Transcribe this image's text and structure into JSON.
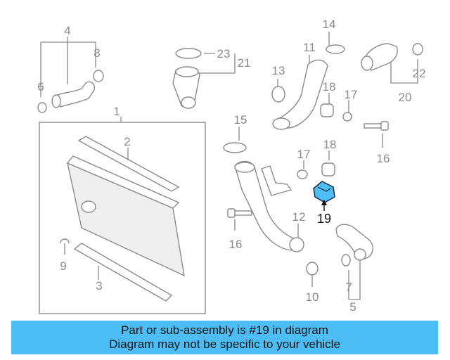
{
  "diagram": {
    "callouts": [
      {
        "id": "4",
        "label": "4"
      },
      {
        "id": "8",
        "label": "8"
      },
      {
        "id": "6",
        "label": "6"
      },
      {
        "id": "23",
        "label": "23"
      },
      {
        "id": "21",
        "label": "21"
      },
      {
        "id": "14",
        "label": "14"
      },
      {
        "id": "11",
        "label": "11"
      },
      {
        "id": "13",
        "label": "13"
      },
      {
        "id": "18a",
        "label": "18"
      },
      {
        "id": "17a",
        "label": "17"
      },
      {
        "id": "22",
        "label": "22"
      },
      {
        "id": "20",
        "label": "20"
      },
      {
        "id": "1",
        "label": "1"
      },
      {
        "id": "2",
        "label": "2"
      },
      {
        "id": "15",
        "label": "15"
      },
      {
        "id": "16a",
        "label": "16"
      },
      {
        "id": "17b",
        "label": "17"
      },
      {
        "id": "18b",
        "label": "18"
      },
      {
        "id": "19",
        "label": "19"
      },
      {
        "id": "9",
        "label": "9"
      },
      {
        "id": "3",
        "label": "3"
      },
      {
        "id": "12",
        "label": "12"
      },
      {
        "id": "16b",
        "label": "16"
      },
      {
        "id": "7",
        "label": "7"
      },
      {
        "id": "10",
        "label": "10"
      },
      {
        "id": "5",
        "label": "5"
      }
    ],
    "highlight_color": "#4dbef5",
    "line_color": "#8a8a8a"
  },
  "banner": {
    "line1": "Part or sub-assembly is #19 in diagram",
    "line2": "Diagram may not be specific to your vehicle",
    "color": "#4dbef5"
  }
}
